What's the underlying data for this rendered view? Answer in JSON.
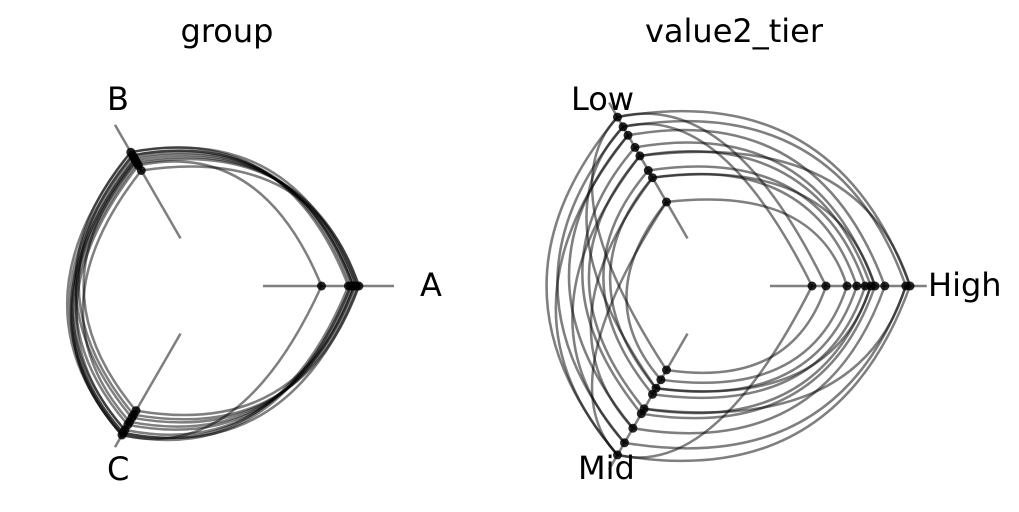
{
  "chart_data": [
    {
      "type": "hive",
      "title": "group",
      "axes": [
        {
          "name": "A",
          "angle_deg": 0
        },
        {
          "name": "B",
          "angle_deg": 120
        },
        {
          "name": "C",
          "angle_deg": 240
        }
      ],
      "nodes": {
        "A": [
          0.5,
          0.73,
          0.75,
          0.77,
          0.78,
          0.8,
          0.82
        ],
        "B": [
          0.67,
          0.72,
          0.74,
          0.76,
          0.78,
          0.8,
          0.82,
          0.85
        ],
        "C": [
          0.76,
          0.8,
          0.83,
          0.87,
          0.9,
          0.95,
          0.98,
          1.0
        ]
      },
      "edges": [
        [
          "A",
          1,
          "B",
          7
        ],
        [
          "A",
          2,
          "B",
          6
        ],
        [
          "A",
          3,
          "B",
          5
        ],
        [
          "A",
          4,
          "B",
          4
        ],
        [
          "A",
          5,
          "B",
          3
        ],
        [
          "A",
          6,
          "B",
          2
        ],
        [
          "A",
          0,
          "B",
          1
        ],
        [
          "A",
          6,
          "B",
          0
        ],
        [
          "A",
          5,
          "B",
          7
        ],
        [
          "A",
          3,
          "B",
          6
        ],
        [
          "A",
          0,
          "C",
          7
        ],
        [
          "A",
          1,
          "C",
          6
        ],
        [
          "A",
          2,
          "C",
          5
        ],
        [
          "A",
          3,
          "C",
          4
        ],
        [
          "A",
          4,
          "C",
          3
        ],
        [
          "A",
          5,
          "C",
          2
        ],
        [
          "A",
          6,
          "C",
          1
        ],
        [
          "A",
          4,
          "C",
          0
        ],
        [
          "A",
          2,
          "C",
          7
        ],
        [
          "A",
          6,
          "C",
          6
        ],
        [
          "B",
          7,
          "C",
          7
        ],
        [
          "B",
          6,
          "C",
          6
        ],
        [
          "B",
          5,
          "C",
          5
        ],
        [
          "B",
          4,
          "C",
          4
        ],
        [
          "B",
          3,
          "C",
          7
        ],
        [
          "B",
          2,
          "C",
          6
        ],
        [
          "B",
          1,
          "C",
          5
        ],
        [
          "B",
          0,
          "C",
          3
        ],
        [
          "B",
          7,
          "C",
          2
        ],
        [
          "B",
          6,
          "C",
          1
        ],
        [
          "B",
          4,
          "C",
          7
        ],
        [
          "B",
          3,
          "C",
          0
        ]
      ]
    },
    {
      "type": "hive",
      "title": "value2_tier",
      "axes": [
        {
          "name": "High",
          "angle_deg": 0
        },
        {
          "name": "Low",
          "angle_deg": 120
        },
        {
          "name": "Mid",
          "angle_deg": 240
        }
      ],
      "nodes": {
        "High": [
          0.3,
          0.4,
          0.55,
          0.62,
          0.68,
          0.72,
          0.75,
          0.82,
          0.97,
          1.0
        ],
        "Low": [
          0.3,
          0.5,
          0.56,
          0.68,
          0.75,
          0.85,
          0.92,
          1.0
        ],
        "Mid": [
          0.3,
          0.38,
          0.45,
          0.5,
          0.62,
          0.66,
          0.78,
          0.9,
          1.0
        ]
      },
      "edges": [
        [
          "High",
          9,
          "Low",
          7
        ],
        [
          "High",
          8,
          "Low",
          6
        ],
        [
          "High",
          7,
          "Low",
          5
        ],
        [
          "High",
          6,
          "Low",
          4
        ],
        [
          "High",
          5,
          "Low",
          3
        ],
        [
          "High",
          4,
          "Low",
          2
        ],
        [
          "High",
          3,
          "Low",
          1
        ],
        [
          "High",
          2,
          "Low",
          0
        ],
        [
          "High",
          1,
          "Low",
          7
        ],
        [
          "High",
          0,
          "Low",
          6
        ],
        [
          "High",
          9,
          "Low",
          3
        ],
        [
          "High",
          6,
          "Low",
          1
        ],
        [
          "High",
          9,
          "Mid",
          8
        ],
        [
          "High",
          8,
          "Mid",
          7
        ],
        [
          "High",
          7,
          "Mid",
          6
        ],
        [
          "High",
          6,
          "Mid",
          5
        ],
        [
          "High",
          5,
          "Mid",
          4
        ],
        [
          "High",
          4,
          "Mid",
          3
        ],
        [
          "High",
          3,
          "Mid",
          2
        ],
        [
          "High",
          2,
          "Mid",
          1
        ],
        [
          "High",
          1,
          "Mid",
          0
        ],
        [
          "High",
          0,
          "Mid",
          8
        ],
        [
          "High",
          8,
          "Mid",
          4
        ],
        [
          "High",
          5,
          "Mid",
          2
        ],
        [
          "Low",
          7,
          "Mid",
          8
        ],
        [
          "Low",
          6,
          "Mid",
          7
        ],
        [
          "Low",
          5,
          "Mid",
          6
        ],
        [
          "Low",
          4,
          "Mid",
          5
        ],
        [
          "Low",
          3,
          "Mid",
          4
        ],
        [
          "Low",
          2,
          "Mid",
          3
        ],
        [
          "Low",
          1,
          "Mid",
          2
        ],
        [
          "Low",
          0,
          "Mid",
          1
        ],
        [
          "Low",
          7,
          "Mid",
          0
        ],
        [
          "Low",
          5,
          "Mid",
          8
        ],
        [
          "Low",
          3,
          "Mid",
          7
        ],
        [
          "Low",
          1,
          "Mid",
          6
        ],
        [
          "Low",
          0,
          "Mid",
          8
        ],
        [
          "Low",
          6,
          "Mid",
          2
        ]
      ]
    }
  ]
}
